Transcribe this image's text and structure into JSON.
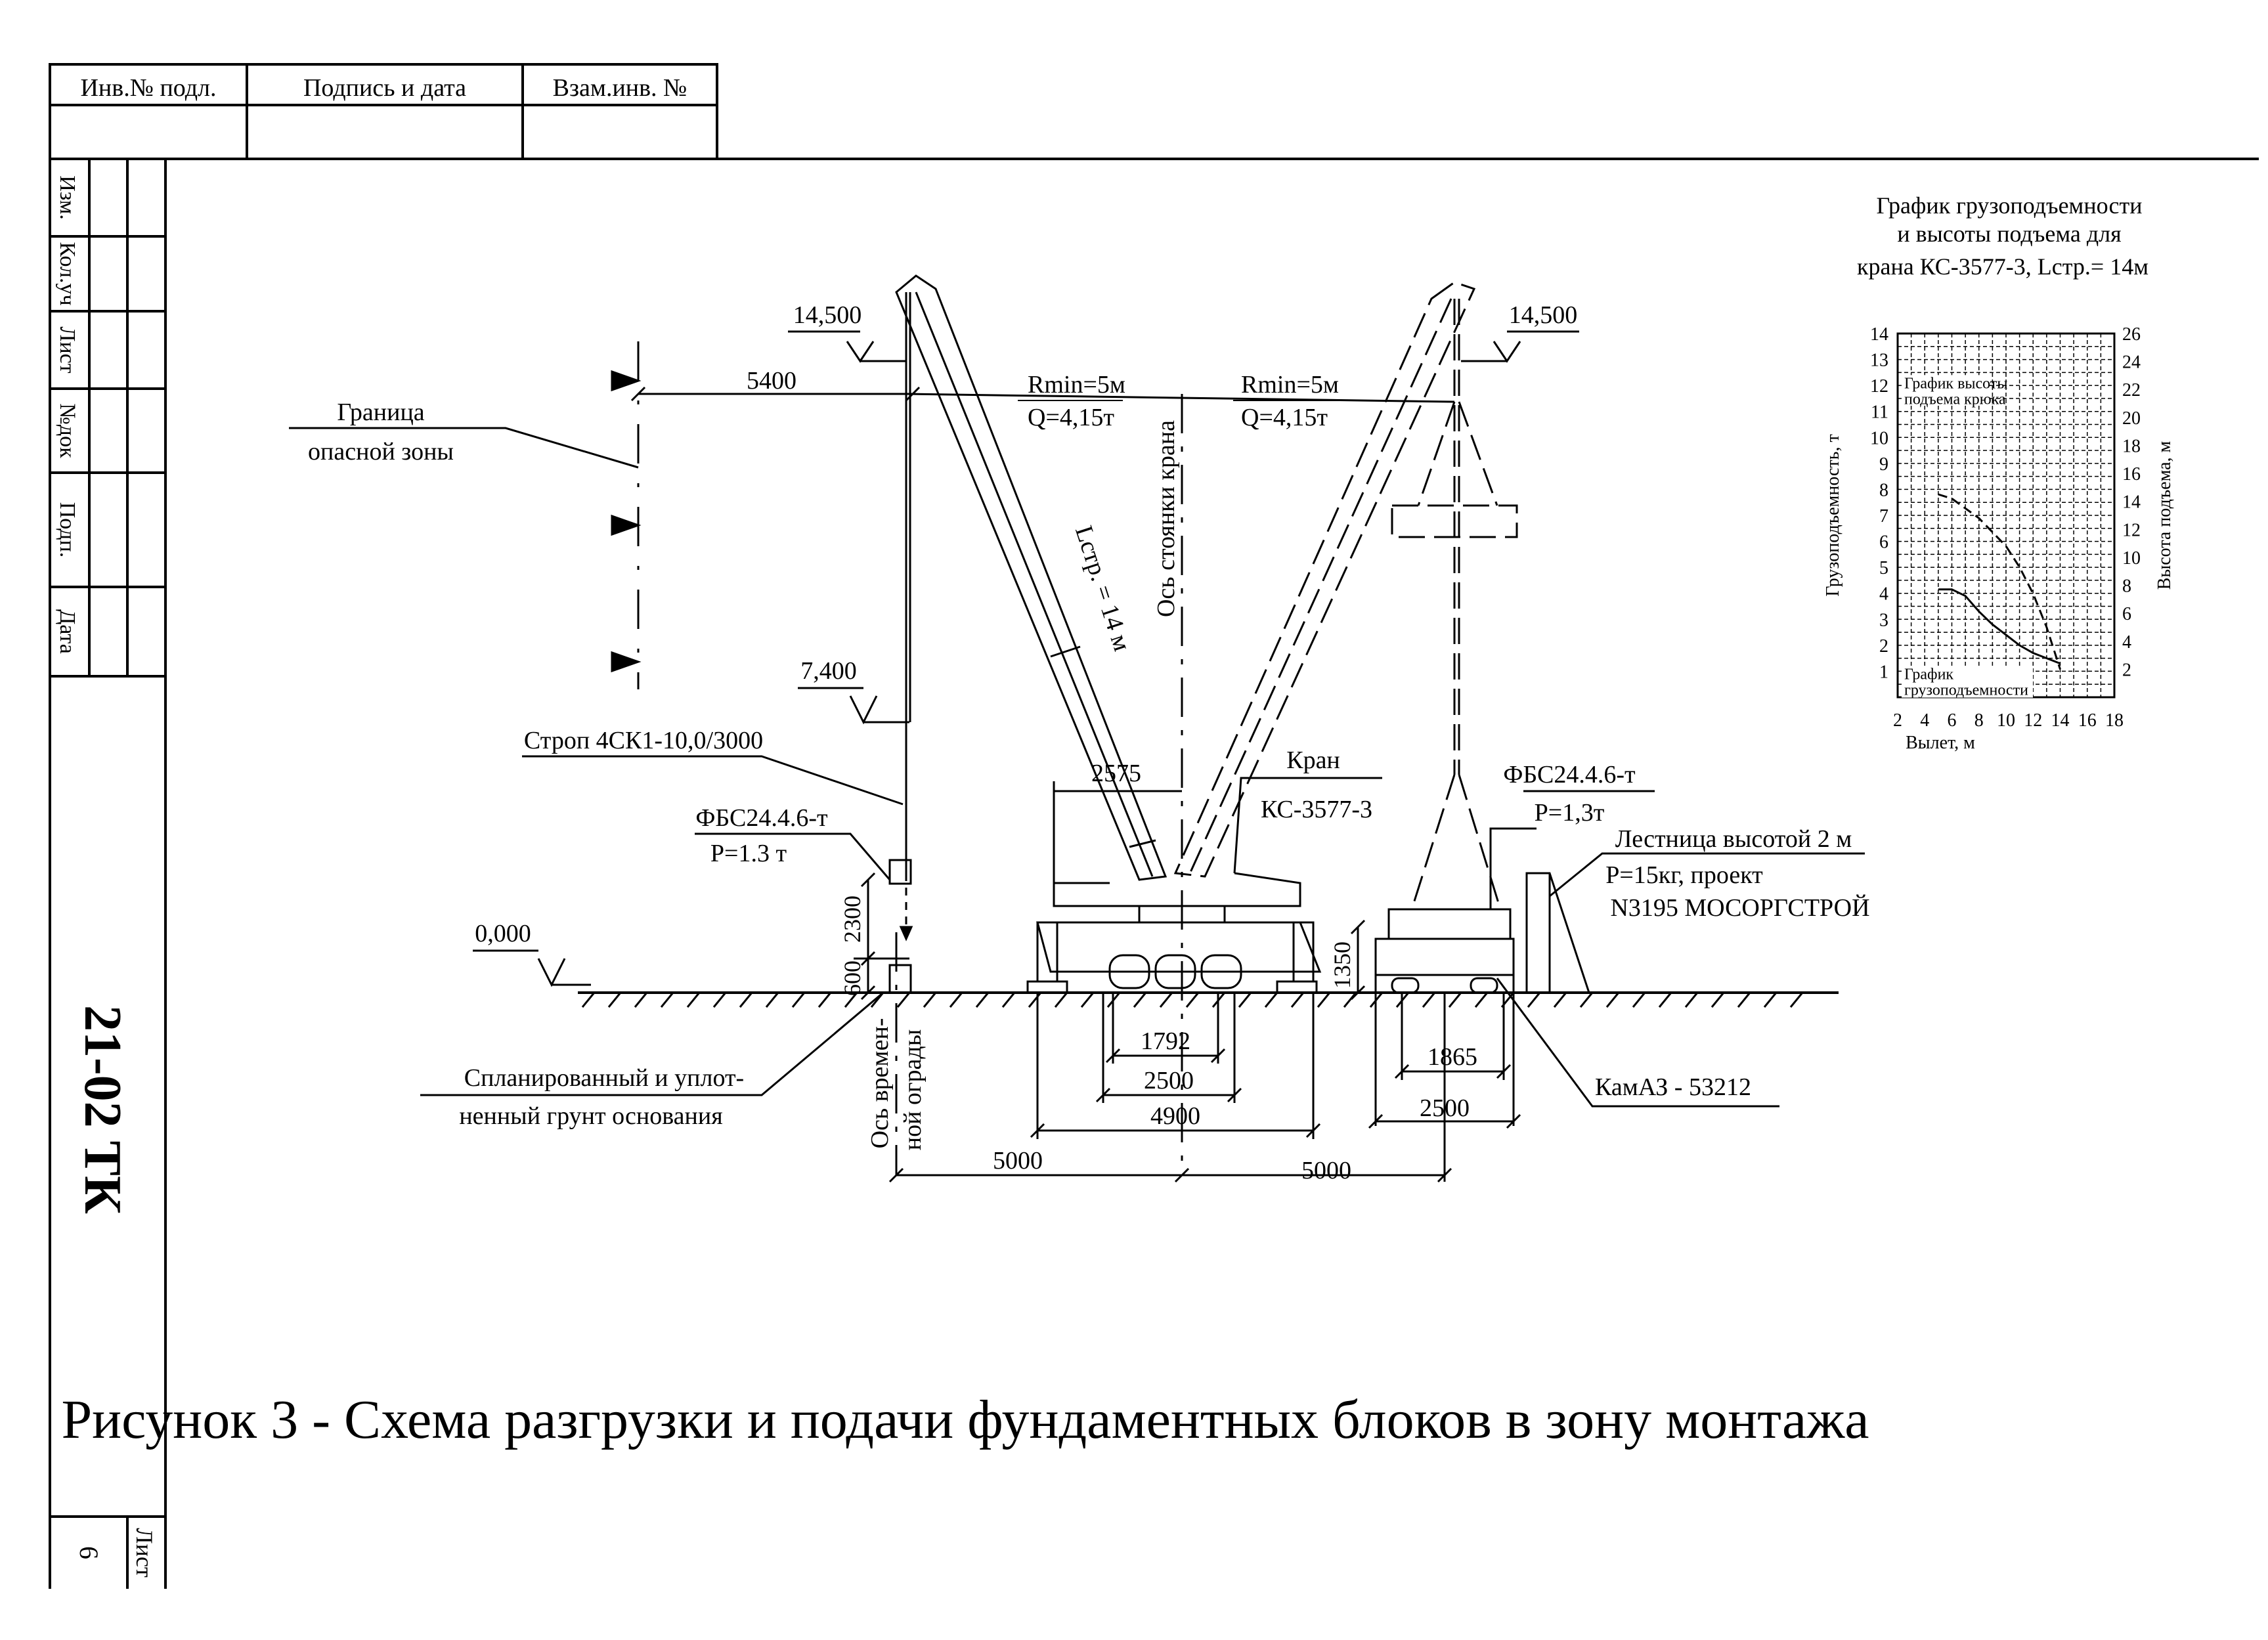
{
  "stamp": {
    "top_headers": [
      "Инв.№ подл.",
      "Подпись и дата",
      "Взам.инв. №"
    ],
    "side_headers": [
      "Изм.",
      "Кол.уч",
      "Лист",
      "№док",
      "Подп.",
      "Дата"
    ],
    "doc_code": "21-02 ТК",
    "sheet_label": "Лист",
    "sheet_number": "6"
  },
  "diagram": {
    "elev_top_left": "14,500",
    "elev_top_right": "14,500",
    "elev_hook_left": "7,400",
    "elev_ground": "0,000",
    "danger_zone_line1": "Граница",
    "danger_zone_line2": "опасной зоны",
    "dim_5400": "5400",
    "rmin_left": "Rmin=5м",
    "q_left": "Q=4,15т",
    "rmin_right": "Rmin=5м",
    "q_right": "Q=4,15т",
    "boom_length": "Lстр. = 14 м",
    "crane_axis": "Ось стоянки крана",
    "sling": "Строп 4СК1-10,0/3000",
    "block_left_1": "ФБС24.4.6-т",
    "block_left_2": "Р=1.3 т",
    "block_right_1": "ФБС24.4.6-т",
    "block_right_2": "Р=1,3т",
    "crane_label_1": "Кран",
    "crane_label_2": "КС-3577-3",
    "dim_2575": "2575",
    "ladder_1": "Лестница высотой 2 м",
    "ladder_2": "Р=15кг, проект",
    "ladder_3": "N3195 МОСОРГСТРОЙ",
    "dim_2300": "2300",
    "dim_600": "600",
    "dim_1350": "1350",
    "dim_1792": "1792",
    "dim_2500_a": "2500",
    "dim_4900": "4900",
    "dim_1865": "1865",
    "dim_2500_b": "2500",
    "dim_5000_l": "5000",
    "dim_5000_r": "5000",
    "fence_axis_1": "Ось времен-",
    "fence_axis_2": "ной ограды",
    "ground_1": "Спланированный и уплот-",
    "ground_2": "ненный грунт основания",
    "truck": "КамАЗ - 53212"
  },
  "chart_title": [
    "График грузоподъемности",
    "и высоты подъема для",
    "крана КС-3577-3, Lстр.=  14м"
  ],
  "chart_data": {
    "type": "line",
    "xlabel": "Вылет, м",
    "ylabel": "Грузоподъемность, т",
    "y2label": "Высота подъема, м",
    "x_ticks": [
      2,
      4,
      6,
      8,
      10,
      12,
      14,
      16,
      18
    ],
    "y_ticks": [
      1,
      2,
      3,
      4,
      5,
      6,
      7,
      8,
      9,
      10,
      11,
      12,
      13,
      14
    ],
    "y2_ticks": [
      2,
      4,
      6,
      8,
      10,
      12,
      14,
      16,
      18,
      20,
      22,
      24,
      26
    ],
    "xlim": [
      2,
      18
    ],
    "ylim": [
      0,
      14
    ],
    "y2lim": [
      0,
      26
    ],
    "grid": true,
    "legend": [
      "График высоты подъема крюка",
      "График грузоподъемности"
    ],
    "series": [
      {
        "name": "График грузоподъемности",
        "axis": "y",
        "x": [
          5,
          6,
          7,
          8,
          9,
          10,
          11,
          12,
          13,
          14
        ],
        "values": [
          4.15,
          4.15,
          3.9,
          3.3,
          2.8,
          2.4,
          2.0,
          1.7,
          1.5,
          1.3
        ]
      },
      {
        "name": "График высоты подъема крюка",
        "axis": "y2",
        "x": [
          5,
          6,
          7,
          8,
          9,
          10,
          11,
          12,
          13,
          14
        ],
        "values": [
          14.5,
          14.2,
          13.5,
          12.8,
          11.8,
          10.8,
          9.3,
          7.4,
          5.0,
          2.0
        ]
      }
    ]
  },
  "caption": "Рисунок 3 - Схема разгрузки и подачи фундаментных блоков в зону монтажа"
}
